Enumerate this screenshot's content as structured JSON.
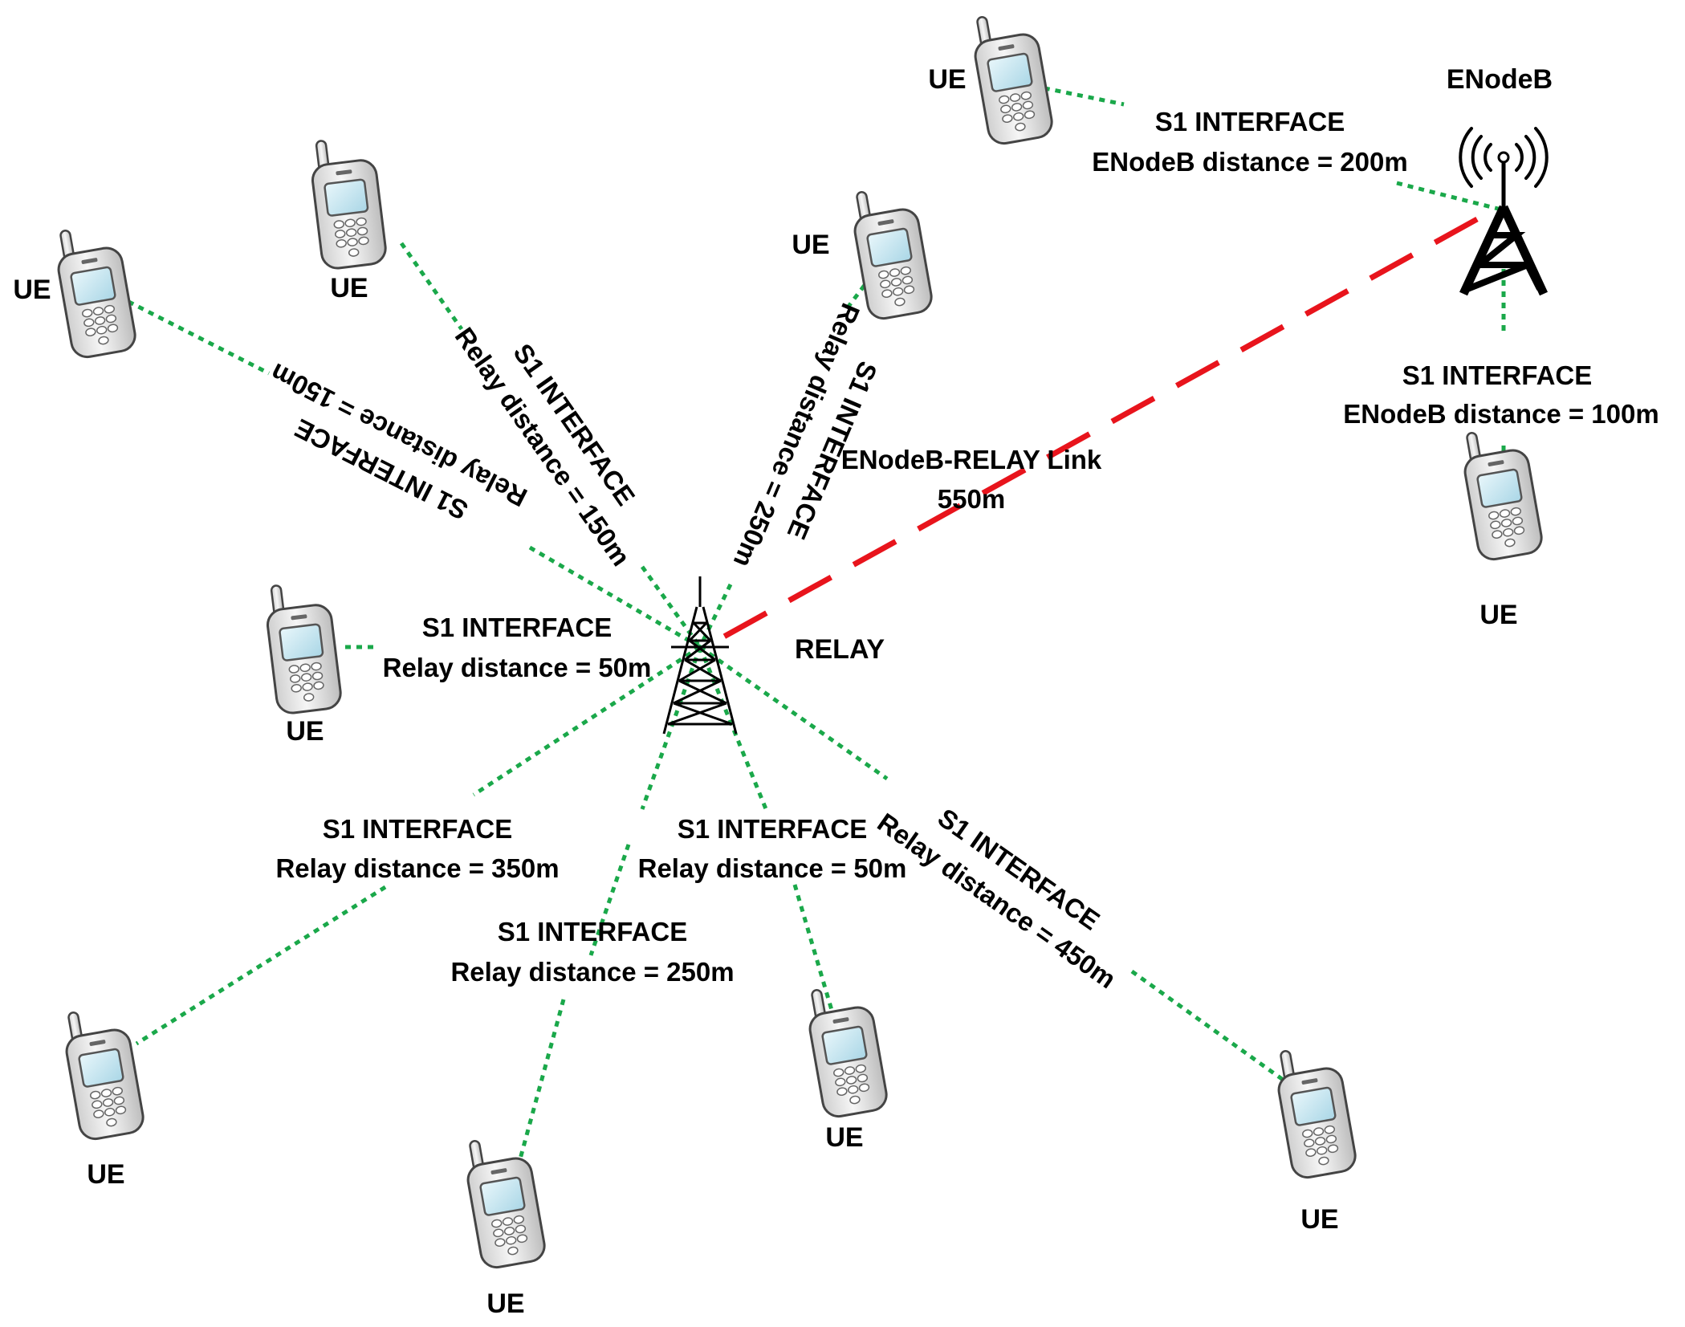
{
  "nodes": {
    "enodeb_label": "ENodeB",
    "relay_label": "RELAY",
    "ue_label": "UE"
  },
  "backhaul": {
    "name": "ENodeB-RELAY Link",
    "distance": "550m"
  },
  "links": [
    {
      "id": "enb-ue-top",
      "line1": "S1 INTERFACE",
      "line2": "ENodeB distance = 200m"
    },
    {
      "id": "enb-ue-right",
      "line1": "S1 INTERFACE",
      "line2": "ENodeB distance = 100m"
    },
    {
      "id": "relay-ue-upper-left",
      "line1": "S1 INTERFACE",
      "line2": "Relay distance = 150m"
    },
    {
      "id": "relay-ue-upper-mid",
      "line1": "S1 INTERFACE",
      "line2": "Relay distance = 150m"
    },
    {
      "id": "relay-ue-upper-center",
      "line1": "S1 INTERFACE",
      "line2": "Relay distance = 250m"
    },
    {
      "id": "relay-ue-left",
      "line1": "S1 INTERFACE",
      "line2": "Relay distance = 50m"
    },
    {
      "id": "relay-ue-lower-left",
      "line1": "S1 INTERFACE",
      "line2": "Relay distance = 350m"
    },
    {
      "id": "relay-ue-bottom",
      "line1": "S1 INTERFACE",
      "line2": "Relay distance = 250m"
    },
    {
      "id": "relay-ue-lower-center",
      "line1": "S1 INTERFACE",
      "line2": "Relay distance = 50m"
    },
    {
      "id": "relay-ue-lower-right",
      "line1": "S1 INTERFACE",
      "line2": "Relay distance = 450m"
    }
  ],
  "colors": {
    "access_link": "#1aa84a",
    "backhaul_link": "#e8141c",
    "tower": "#000000",
    "phone_body": "#e6e6e6",
    "phone_screen": "#bfe6f2"
  },
  "icons": {
    "enodeb": "cell-tower-icon",
    "relay": "lattice-tower-icon",
    "ue": "mobile-phone-icon"
  }
}
